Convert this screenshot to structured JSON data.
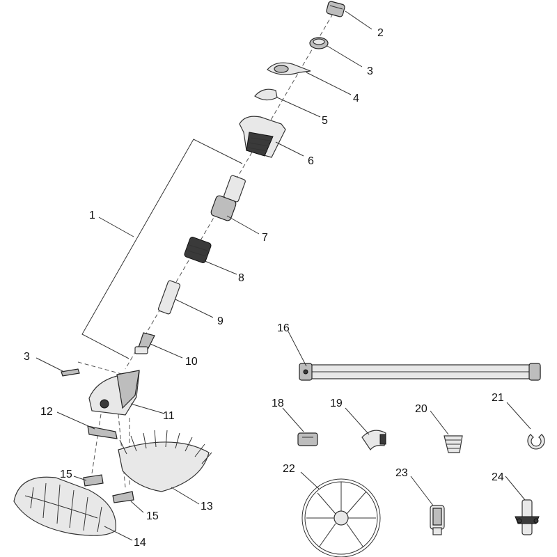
{
  "labels": {
    "l1": "1",
    "l2": "2",
    "l3a": "3",
    "l3b": "3",
    "l4": "4",
    "l5": "5",
    "l6": "6",
    "l7": "7",
    "l8": "8",
    "l9": "9",
    "l10": "10",
    "l11": "11",
    "l12": "12",
    "l13": "13",
    "l14": "14",
    "l15a": "15",
    "l15b": "15",
    "l16": "16",
    "l18": "18",
    "l19": "19",
    "l20": "20",
    "l21": "21",
    "l22": "22",
    "l23": "23",
    "l24": "24"
  }
}
